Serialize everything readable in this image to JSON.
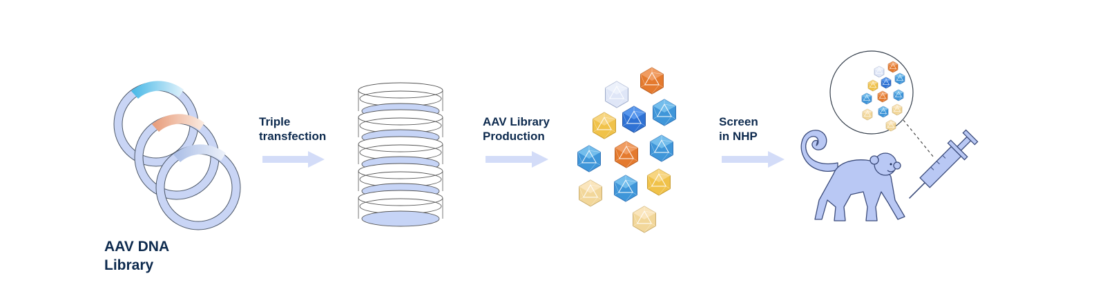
{
  "labels": {
    "dna_library": [
      "AAV DNA",
      "Library"
    ],
    "transfection": [
      "Triple",
      "transfection"
    ],
    "production": [
      "AAV Library",
      "Production"
    ],
    "screen": [
      "Screen",
      "in NHP"
    ]
  },
  "colors": {
    "text": "#0d2a4e",
    "ring_fill": "#c9d5f5",
    "ring_stroke": "#4a5566",
    "arrow": "#d3dcf8",
    "dish_fill": "#c6d4f6",
    "monkey": "#b9c8f4",
    "capsid_palette": [
      "#3f96d9",
      "#2f72d4",
      "#e47a2e",
      "#f0c24a",
      "#f2d79a",
      "#dfe6f7"
    ]
  },
  "icons": [
    "plasmid-ring-icon",
    "arrow-right-icon",
    "culture-dish-stack-icon",
    "capsid-icon",
    "monkey-icon",
    "syringe-icon",
    "magnifier-circle-icon"
  ]
}
